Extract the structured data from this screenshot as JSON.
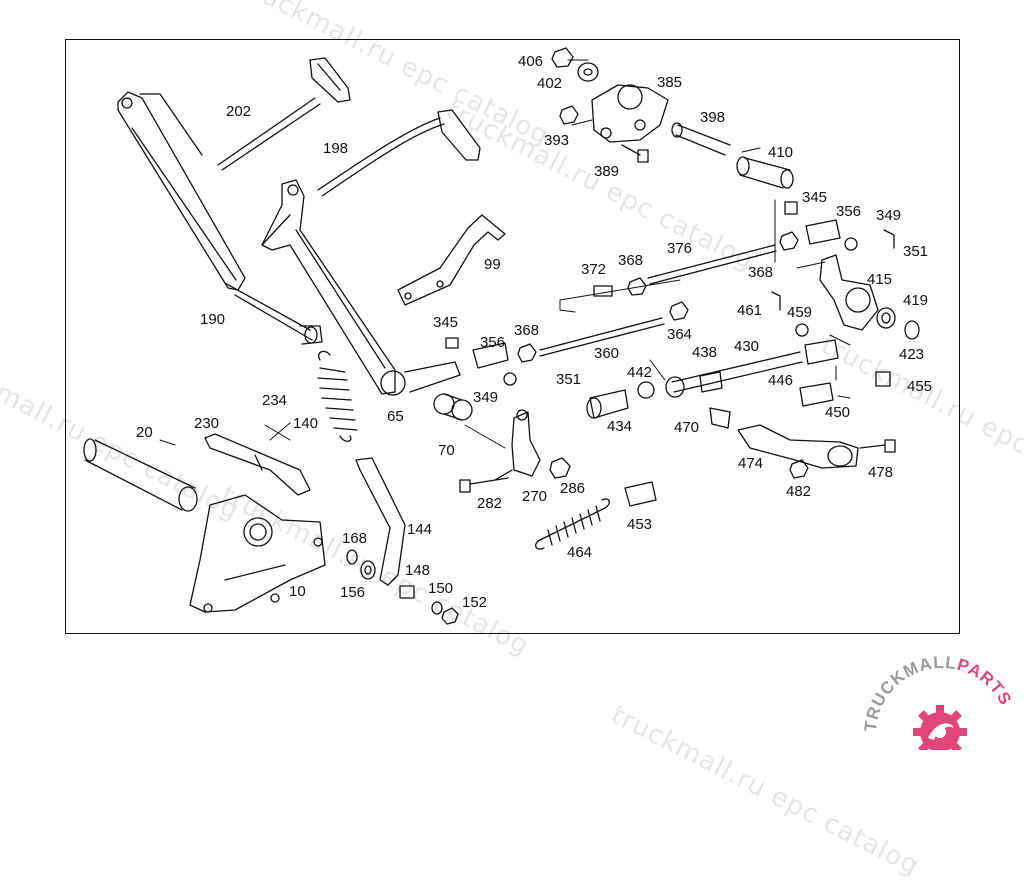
{
  "watermark": "truckmall.ru epc catalog",
  "brand": {
    "left": "TRUCKMALL",
    "right": "PARTS",
    "accent": "#e0457b"
  },
  "parts": {
    "p406": "406",
    "p402": "402",
    "p385": "385",
    "p393": "393",
    "p389": "389",
    "p398": "398",
    "p410": "410",
    "p345a": "345",
    "p356a": "356",
    "p349a": "349",
    "p351a": "351",
    "p368a": "368",
    "p415": "415",
    "p419": "419",
    "p423": "423",
    "p202": "202",
    "p198": "198",
    "p99": "99",
    "p372": "372",
    "p368b": "368",
    "p376": "376",
    "p461": "461",
    "p459": "459",
    "p190": "190",
    "p345b": "345",
    "p356b": "356",
    "p368c": "368",
    "p364": "364",
    "p360": "360",
    "p438": "438",
    "p430": "430",
    "p455": "455",
    "p351b": "351",
    "p349b": "349",
    "p442": "442",
    "p446": "446",
    "p65": "65",
    "p234": "234",
    "p140": "140",
    "p230": "230",
    "p20": "20",
    "p70": "70",
    "p434": "434",
    "p470": "470",
    "p450": "450",
    "p474": "474",
    "p478": "478",
    "p482": "482",
    "p282": "282",
    "p270": "270",
    "p286": "286",
    "p453": "453",
    "p144": "144",
    "p168": "168",
    "p464": "464",
    "p148": "148",
    "p10": "10",
    "p156": "156",
    "p150": "150",
    "p152": "152"
  }
}
